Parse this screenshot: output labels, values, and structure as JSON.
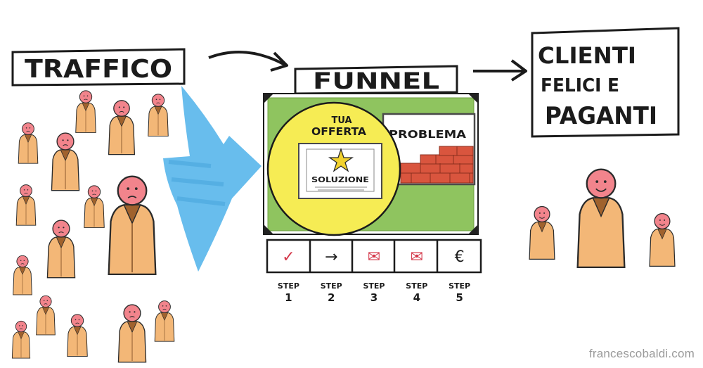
{
  "labels": {
    "traffic": "TRAFFICO",
    "funnel": "FUNNEL",
    "clients_line1": "CLIENTI",
    "clients_line2": "FELICI E",
    "clients_line3": "PAGANTI",
    "offer_line1": "TUA",
    "offer_line2": "OFFERTA",
    "solution": "SOLUZIONE",
    "problem": "PROBLEMA"
  },
  "steps": [
    {
      "icon": "checkmark-icon",
      "glyph": "✓",
      "label": "STEP",
      "num": "1"
    },
    {
      "icon": "arrow-right-icon",
      "glyph": "→",
      "label": "STEP",
      "num": "2"
    },
    {
      "icon": "envelope-icon",
      "glyph": "✉",
      "label": "STEP",
      "num": "3"
    },
    {
      "icon": "envelope-icon",
      "glyph": "✉",
      "label": "STEP",
      "num": "4"
    },
    {
      "icon": "euro-icon",
      "glyph": "€",
      "label": "STEP",
      "num": "5"
    }
  ],
  "credit": "francescobaldi.com",
  "colors": {
    "funnel_green": "#8fc45f",
    "spotlight_yellow": "#f6ec54",
    "arrow_blue": "#5bb7ec",
    "person_body": "#f3b777",
    "person_head": "#f2848c",
    "brick": "#d9553e"
  }
}
